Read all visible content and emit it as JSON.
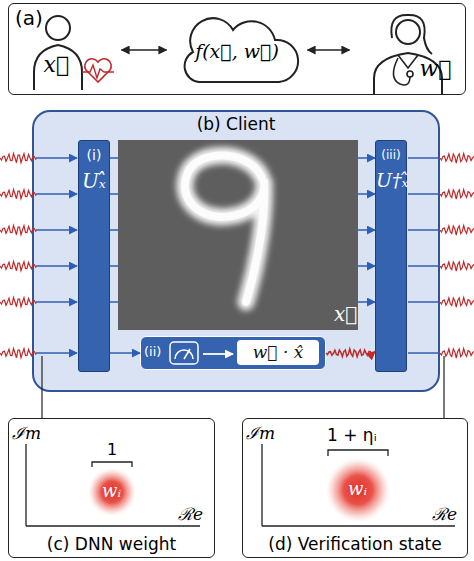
{
  "diagram": {
    "nodes": [
      {
        "text": [
          "(a)"
        ]
      },
      {
        "text": [
          "x⃗"
        ],
        "in": 0
      },
      {
        "text": [
          "f(x⃗, w⃗)"
        ],
        "in": 0
      },
      {
        "text": [
          "w⃗"
        ],
        "in": 0
      },
      {
        "text": [
          "(b) Client"
        ]
      },
      {
        "text": [
          "(i)",
          "Uₓ̂"
        ],
        "in": 4
      },
      {
        "text": [
          "(iii)",
          "U†ₓ̂"
        ],
        "in": 4
      },
      {
        "text": [
          "(ii)",
          "w⃗ · x̂"
        ],
        "in": 4
      },
      {
        "text": [
          "(c) DNN weight"
        ]
      },
      {
        "text": [
          "wᵢ"
        ],
        "in": 8
      },
      {
        "text": [
          "(d) Verification state"
        ]
      },
      {
        "text": [
          "wᵢ"
        ],
        "in": 10
      }
    ],
    "edges": [
      {
        "from": 1,
        "to": 2,
        "arrow": "both"
      },
      {
        "from": 2,
        "to": 3,
        "arrow": "both"
      },
      {
        "from": 5,
        "to": 6,
        "arrow": "to"
      },
      {
        "from": 5,
        "to": 6,
        "arrow": "to"
      },
      {
        "from": 5,
        "to": 6,
        "arrow": "to"
      },
      {
        "from": 5,
        "to": 6,
        "arrow": "to"
      },
      {
        "from": 5,
        "to": 6,
        "arrow": "to"
      },
      {
        "from": 5,
        "to": 7,
        "arrow": "to"
      },
      {
        "from": 7,
        "to": 6,
        "arrow": "to"
      }
    ],
    "labels": [
      "x⃗",
      "ℐm",
      "ℛe",
      "1",
      "ℐm",
      "ℛe",
      "1 + ηᵢ"
    ]
  }
}
